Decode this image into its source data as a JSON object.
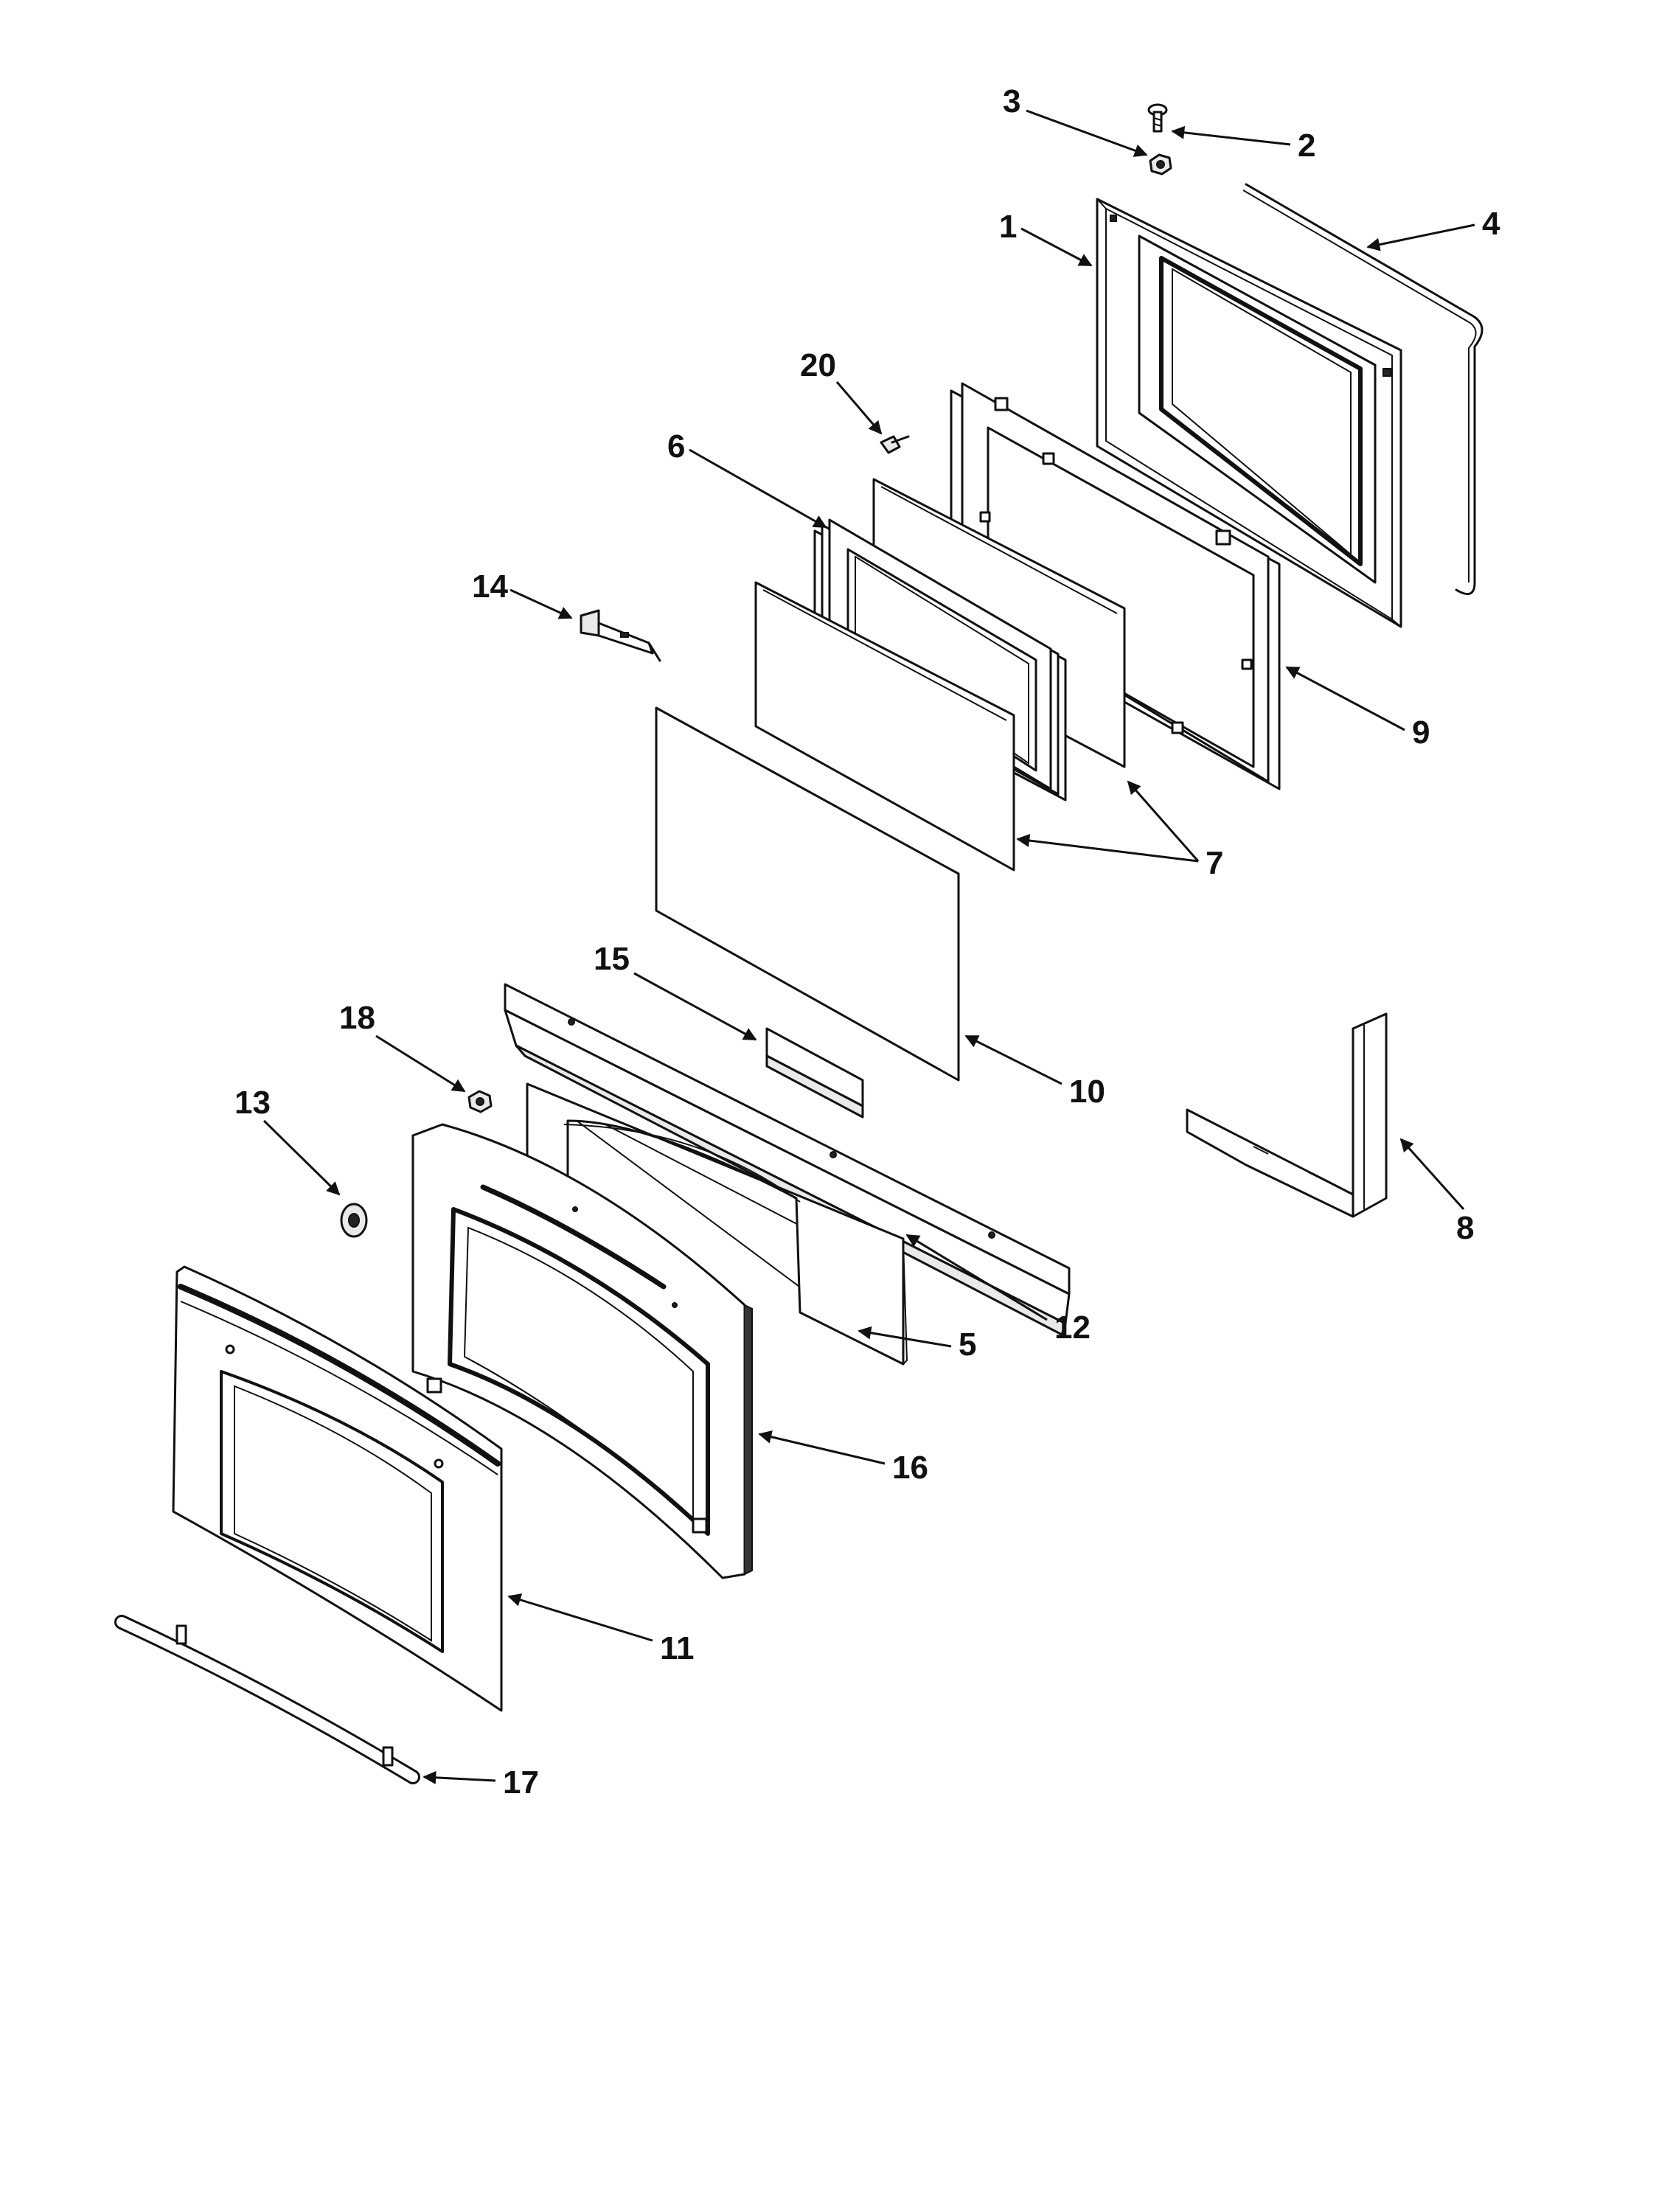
{
  "diagram": {
    "callouts": [
      {
        "id": "1",
        "label": "1"
      },
      {
        "id": "2",
        "label": "2"
      },
      {
        "id": "3",
        "label": "3"
      },
      {
        "id": "4",
        "label": "4"
      },
      {
        "id": "5",
        "label": "5"
      },
      {
        "id": "6",
        "label": "6"
      },
      {
        "id": "7",
        "label": "7"
      },
      {
        "id": "8",
        "label": "8"
      },
      {
        "id": "9",
        "label": "9"
      },
      {
        "id": "10",
        "label": "10"
      },
      {
        "id": "11",
        "label": "11"
      },
      {
        "id": "12",
        "label": "12"
      },
      {
        "id": "13",
        "label": "13"
      },
      {
        "id": "14",
        "label": "14"
      },
      {
        "id": "15",
        "label": "15"
      },
      {
        "id": "16",
        "label": "16"
      },
      {
        "id": "17",
        "label": "17"
      },
      {
        "id": "18",
        "label": "18"
      },
      {
        "id": "20",
        "label": "20"
      }
    ],
    "line_color": "#111111",
    "background_color": "#ffffff"
  }
}
